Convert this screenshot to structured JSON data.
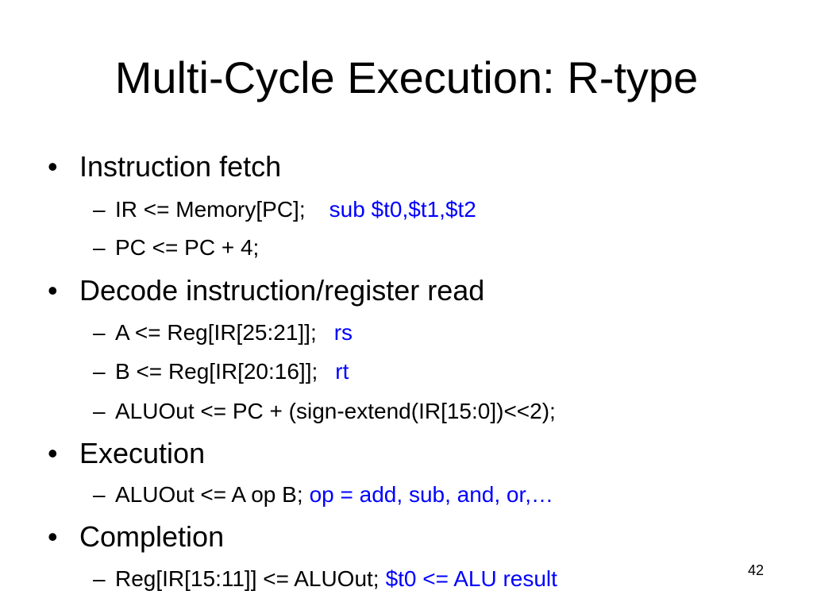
{
  "slide": {
    "title": "Multi-Cycle Execution: R-type",
    "page_number": "42",
    "bullet_marker": "•",
    "sub_marker": "–",
    "items": [
      {
        "text": "Instruction fetch",
        "subitems": [
          {
            "text": "IR <= Memory[PC];",
            "note": "sub $t0,$t1,$t2"
          },
          {
            "text": "PC <= PC + 4;",
            "note": ""
          }
        ]
      },
      {
        "text": "Decode instruction/register read",
        "subitems": [
          {
            "text": "A <= Reg[IR[25:21]];",
            "note": "rs"
          },
          {
            "text": "B <= Reg[IR[20:16]];",
            "note": "rt"
          },
          {
            "text": "ALUOut <= PC + (sign-extend(IR[15:0])<<2);",
            "note": ""
          }
        ]
      },
      {
        "text": "Execution",
        "subitems": [
          {
            "text": "ALUOut <= A op B;",
            "note": "op = add, sub, and, or,…"
          }
        ]
      },
      {
        "text": "Completion",
        "subitems": [
          {
            "text": "Reg[IR[15:11]] <= ALUOut;",
            "note": "$t0 <= ALU result"
          }
        ]
      }
    ]
  },
  "colors": {
    "text": "#000000",
    "annotation": "#0000ff",
    "background": "#ffffff"
  }
}
